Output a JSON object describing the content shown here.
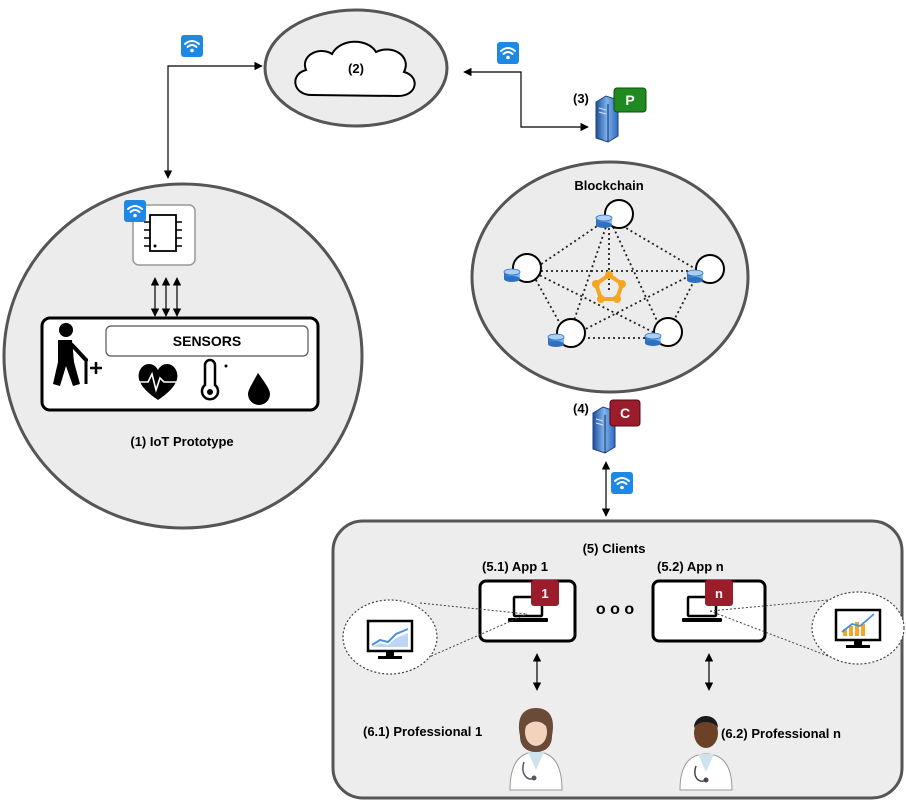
{
  "cloud": {
    "label": "(2)"
  },
  "iot": {
    "caption": "(1) IoT Prototype",
    "sensors_label": "SENSORS"
  },
  "server_p": {
    "number": "(3)",
    "badge": "P",
    "badge_color": "#1f8a1f"
  },
  "blockchain": {
    "title": "Blockchain"
  },
  "server_c": {
    "number": "(4)",
    "badge": "C",
    "badge_color": "#9b1c2a"
  },
  "clients": {
    "title": "(5) Clients",
    "app1": {
      "label": "(5.1) App 1",
      "badge": "1"
    },
    "appn": {
      "label": "(5.2) App n",
      "badge": "n"
    },
    "ellipsis": "o o o",
    "professional1": "(6.1) Professional 1",
    "professionaln": "(6.2) Professional n"
  },
  "icons": [
    "wifi-icon",
    "cloud-icon",
    "chip-icon",
    "patient-walker-icon",
    "heart-rate-icon",
    "thermometer-icon",
    "drop-icon",
    "server-icon",
    "database-node-icon",
    "hyperledger-icon",
    "laptop-icon",
    "monitor-chart-icon",
    "doctor-female-icon",
    "doctor-male-icon"
  ],
  "colors": {
    "wifi": "#1e88e5",
    "circle_fill": "#ececec",
    "clients_fill": "#ededed",
    "accent_orange": "#f5a623"
  }
}
